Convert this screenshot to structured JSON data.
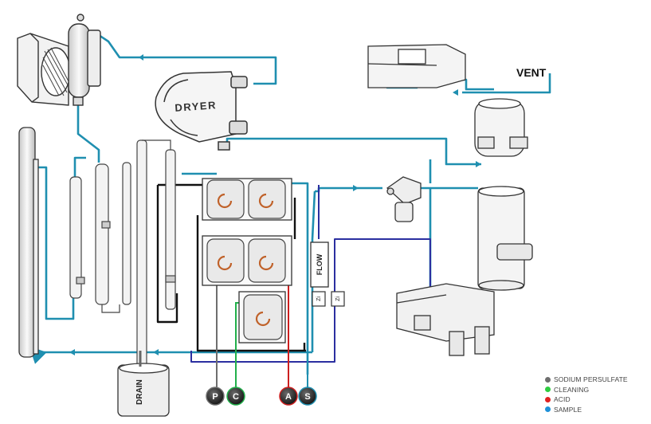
{
  "labels": {
    "vent": "VENT",
    "dryer": "DRYER",
    "flow": "FLOW",
    "drain": "DRAIN",
    "zi_1": "Zi",
    "zi_2": "Zi"
  },
  "connectors": {
    "p": "P",
    "c": "C",
    "a": "A",
    "s": "S"
  },
  "legend": [
    {
      "label": "SODIUM PERSULFATE",
      "color": "#6e6e6e"
    },
    {
      "label": "CLEANING",
      "color": "#2ecc40"
    },
    {
      "label": "ACID",
      "color": "#e02020"
    },
    {
      "label": "SAMPLE",
      "color": "#1e90d8"
    }
  ],
  "colors": {
    "sample_line": "#1f8fb0",
    "outlet_line": "#2b2fa0",
    "drain_line": "#111111",
    "cleaning_line": "#22b04b",
    "acid_line": "#cc1f1f",
    "persulfate_line": "#6e6e6e",
    "pump_rotor": "#c0622a"
  }
}
